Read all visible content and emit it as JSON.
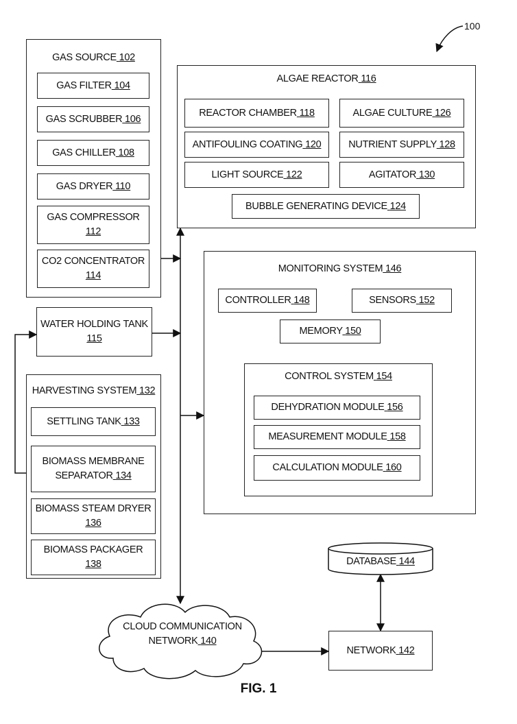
{
  "figure_ref": "100",
  "gas_source": {
    "title": "GAS SOURCE",
    "num": "102",
    "items": [
      {
        "label": "GAS FILTER",
        "num": "104"
      },
      {
        "label": "GAS SCRUBBER",
        "num": "106"
      },
      {
        "label": "GAS CHILLER",
        "num": "108"
      },
      {
        "label": "GAS DRYER",
        "num": "110"
      },
      {
        "label": "GAS COMPRESSOR",
        "num": "112"
      },
      {
        "label": "CO2 CONCENTRATOR",
        "num": "114"
      }
    ]
  },
  "water_tank": {
    "label": "WATER HOLDING TANK",
    "num": "115"
  },
  "harvesting": {
    "title": "HARVESTING SYSTEM",
    "num": "132",
    "items": [
      {
        "label": "SETTLING TANK",
        "num": "133"
      },
      {
        "label": "BIOMASS MEMBRANE SEPARATOR",
        "num": "134"
      },
      {
        "label": "BIOMASS STEAM DRYER",
        "num": "136"
      },
      {
        "label": "BIOMASS PACKAGER",
        "num": "138"
      }
    ]
  },
  "reactor": {
    "title": "ALGAE REACTOR",
    "num": "116",
    "items": [
      {
        "label": "REACTOR CHAMBER",
        "num": "118"
      },
      {
        "label": "ALGAE CULTURE",
        "num": "126"
      },
      {
        "label": "ANTIFOULING COATING",
        "num": "120"
      },
      {
        "label": "NUTRIENT SUPPLY",
        "num": "128"
      },
      {
        "label": "LIGHT SOURCE",
        "num": "122"
      },
      {
        "label": "AGITATOR",
        "num": "130"
      },
      {
        "label": "BUBBLE GENERATING DEVICE",
        "num": "124"
      }
    ]
  },
  "monitoring": {
    "title": "MONITORING SYSTEM",
    "num": "146",
    "controller": {
      "label": "CONTROLLER",
      "num": "148"
    },
    "sensors": {
      "label": "SENSORS",
      "num": "152"
    },
    "memory": {
      "label": "MEMORY",
      "num": "150"
    },
    "control": {
      "title": "CONTROL SYSTEM",
      "num": "154",
      "items": [
        {
          "label": "DEHYDRATION MODULE",
          "num": "156"
        },
        {
          "label": "MEASUREMENT MODULE",
          "num": "158"
        },
        {
          "label": "CALCULATION MODULE",
          "num": "160"
        }
      ]
    }
  },
  "database": {
    "label": "DATABASE",
    "num": "144"
  },
  "network": {
    "label": "NETWORK",
    "num": "142"
  },
  "cloud": {
    "label_line1": "CLOUD COMMUNICATION",
    "label_line2": "NETWORK",
    "num": "140"
  },
  "caption": "FIG. 1"
}
